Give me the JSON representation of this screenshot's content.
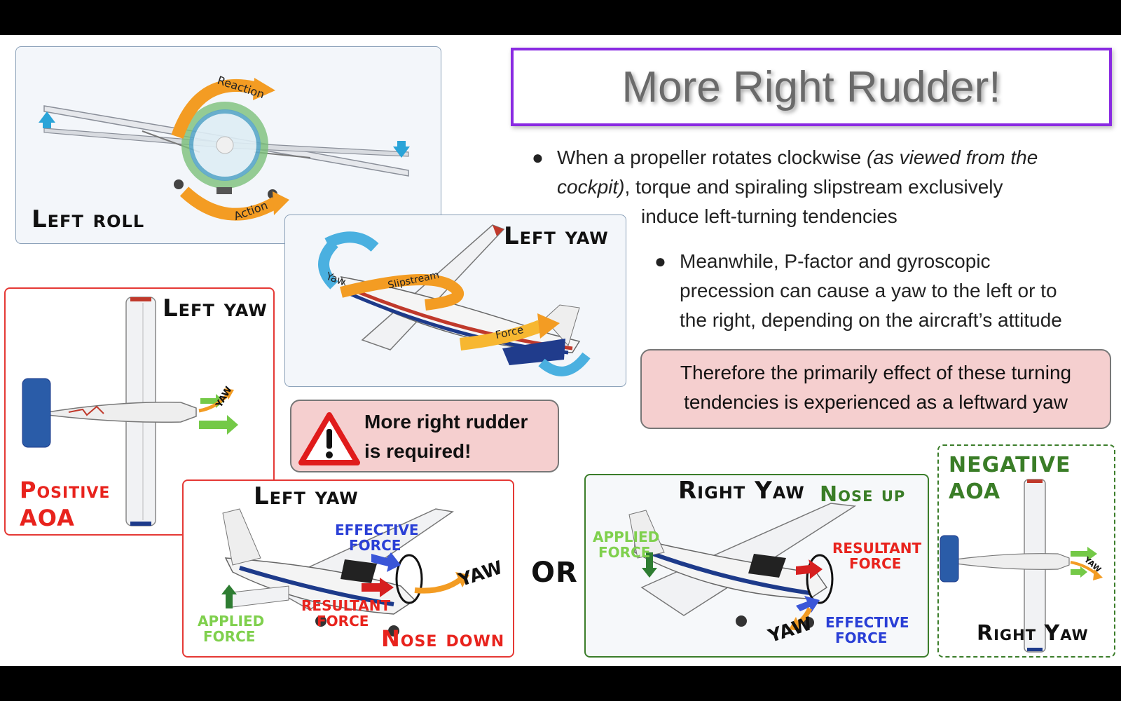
{
  "title": "More Right Rudder!",
  "bullets": {
    "b1_line1_plain": "When a propeller rotates clockwise ",
    "b1_line1_italic": "(as viewed from the",
    "b1_line2_italic": "cockpit)",
    "b1_line2_plain": ", torque and spiraling slipstream exclusively",
    "b1_line3": "induce left-turning tendencies",
    "b2_line1": "Meanwhile, P-factor and gyroscopic",
    "b2_line2": "precession can cause a yaw to the left or to",
    "b2_line3": "the right, depending on the aircraft’s attitude"
  },
  "conclusion": {
    "line1": "Therefore the primarily effect of these turning",
    "line2": "tendencies is experienced as a leftward yaw"
  },
  "warning": {
    "line1": "More right rudder",
    "line2": "is required!"
  },
  "or_label": "OR",
  "panel_left_roll": {
    "caption": "Left roll",
    "reaction": "Reaction",
    "action": "Action"
  },
  "panel_slipstream": {
    "caption": "Left yaw",
    "yaw": "Yaw",
    "slipstream": "Slipstream",
    "force": "Force"
  },
  "panel_positive_aoa": {
    "caption": "Left yaw",
    "aoa_line1": "Positive",
    "aoa_line2": "AOA",
    "yaw": "YAW"
  },
  "panel_nose_down": {
    "caption": "Left yaw",
    "effective_line1": "EFFECTIVE",
    "effective_line2": "FORCE",
    "yaw": "YAW",
    "resultant_line1": "RESULTANT",
    "resultant_line2": "FORCE",
    "applied_line1": "APPLIED",
    "applied_line2": "FORCE",
    "nose_label": "Nose down"
  },
  "panel_nose_up": {
    "caption": "Right Yaw",
    "nose_label": "Nose up",
    "applied_line1": "APPLIED",
    "applied_line2": "FORCE",
    "resultant_line1": "RESULTANT",
    "resultant_line2": "FORCE",
    "effective_line1": "EFFECTIVE",
    "effective_line2": "FORCE",
    "yaw": "YAW"
  },
  "panel_negative_aoa": {
    "aoa_line1": "NEGATIVE",
    "aoa_line2": "AOA",
    "caption": "Right Yaw",
    "yaw": "YAW"
  },
  "colors": {
    "title_border": "#8a2be2",
    "red_frame": "#e53935",
    "green_frame": "#3b7d2a",
    "pink_fill": "#f5cfcf",
    "caption_red": "#e8231d",
    "caption_green": "#3a7d27",
    "effective_blue": "#2a3fd6",
    "applied_green": "#7fd04d"
  }
}
